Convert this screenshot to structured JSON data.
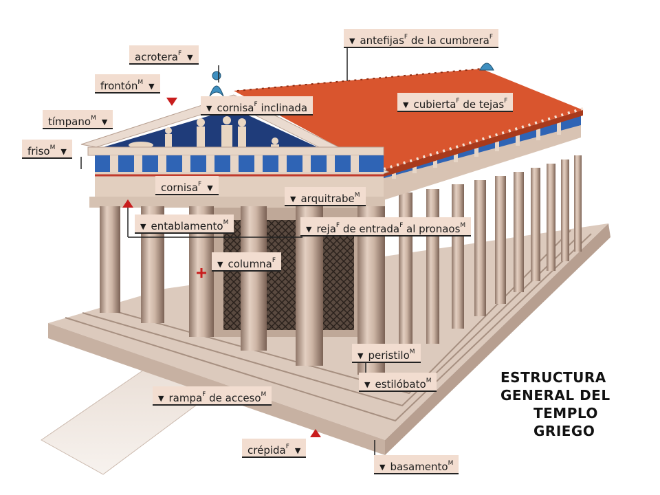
{
  "title": {
    "line1": "ESTRUCTURA",
    "line2": "GENERAL DEL",
    "line3": "TEMPLO",
    "line4": "GRIEGO"
  },
  "labels": {
    "acrotera": {
      "text": "acrotera",
      "gender": "F"
    },
    "fronton": {
      "text": "frontón",
      "gender": "M"
    },
    "timpano": {
      "text": "tímpano",
      "gender": "M"
    },
    "friso": {
      "text": "friso",
      "gender": "M"
    },
    "cornisa_inclinada": {
      "text": "cornisa",
      "gender": "F",
      "suffix": " inclinada"
    },
    "cornisa": {
      "text": "cornisa",
      "gender": "F"
    },
    "antefijas": {
      "text": "antefijas",
      "gender": "F",
      "suffix": " de la cumbrera",
      "suffix_gender": "F"
    },
    "cubierta": {
      "text": "cubierta",
      "gender": "F",
      "suffix": " de tejas",
      "suffix_gender": "F"
    },
    "arquitrabe": {
      "text": "arquitrabe",
      "gender": "M"
    },
    "entablamento": {
      "text": "entablamento",
      "gender": "M"
    },
    "reja": {
      "text": "reja",
      "gender": "F",
      "suffix": " de entrada",
      "suffix_gender": "F",
      "suffix2": " al pronaos",
      "suffix2_gender": "M"
    },
    "columna": {
      "text": "columna",
      "gender": "F"
    },
    "peristilo": {
      "text": "peristilo",
      "gender": "M"
    },
    "estilobato": {
      "text": "estilóbato",
      "gender": "M"
    },
    "rampa": {
      "text": "rampa",
      "gender": "F",
      "suffix": " de acceso",
      "suffix_gender": "M"
    },
    "crepida": {
      "text": "crépida",
      "gender": "F"
    },
    "basamento": {
      "text": "basamento",
      "gender": "M"
    }
  },
  "colors": {
    "roof": "#d9552e",
    "roof_dark": "#a83a1c",
    "stone": "#e7d6c7",
    "stone_shade": "#c9b4a4",
    "frieze_blue": "#2f64b5",
    "tympanum": "#1f3c7a",
    "label_bg": "#f2ddd0",
    "arrow_red": "#c81d1d"
  },
  "icons": {
    "marker": "triangle-down-icon",
    "pointer": "arrow-up-icon"
  }
}
